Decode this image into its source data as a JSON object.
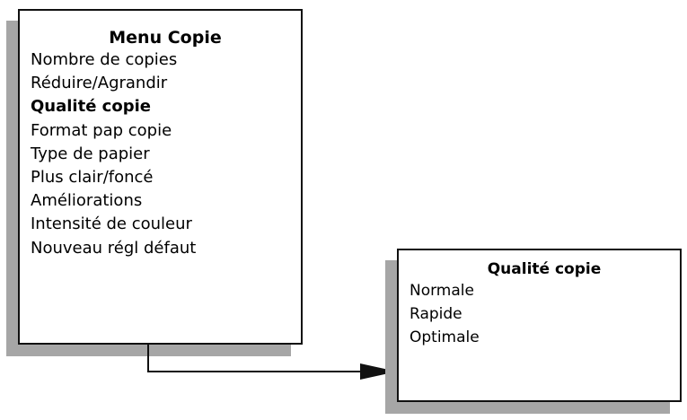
{
  "main_menu": {
    "title": "Menu Copie",
    "items": [
      {
        "label": "Nombre de copies",
        "selected": false
      },
      {
        "label": "Réduire/Agrandir",
        "selected": false
      },
      {
        "label": "Qualité copie",
        "selected": true
      },
      {
        "label": "Format pap copie",
        "selected": false
      },
      {
        "label": "Type de papier",
        "selected": false
      },
      {
        "label": "Plus clair/foncé",
        "selected": false
      },
      {
        "label": "Améliorations",
        "selected": false
      },
      {
        "label": "Intensité de couleur",
        "selected": false
      },
      {
        "label": "Nouveau régl défaut",
        "selected": false
      }
    ]
  },
  "submenu": {
    "title": "Qualité copie",
    "items": [
      {
        "label": "Normale"
      },
      {
        "label": "Rapide"
      },
      {
        "label": "Optimale"
      }
    ]
  },
  "colors": {
    "border": "#111111",
    "shadow": "#a6a6a6",
    "background": "#ffffff"
  }
}
